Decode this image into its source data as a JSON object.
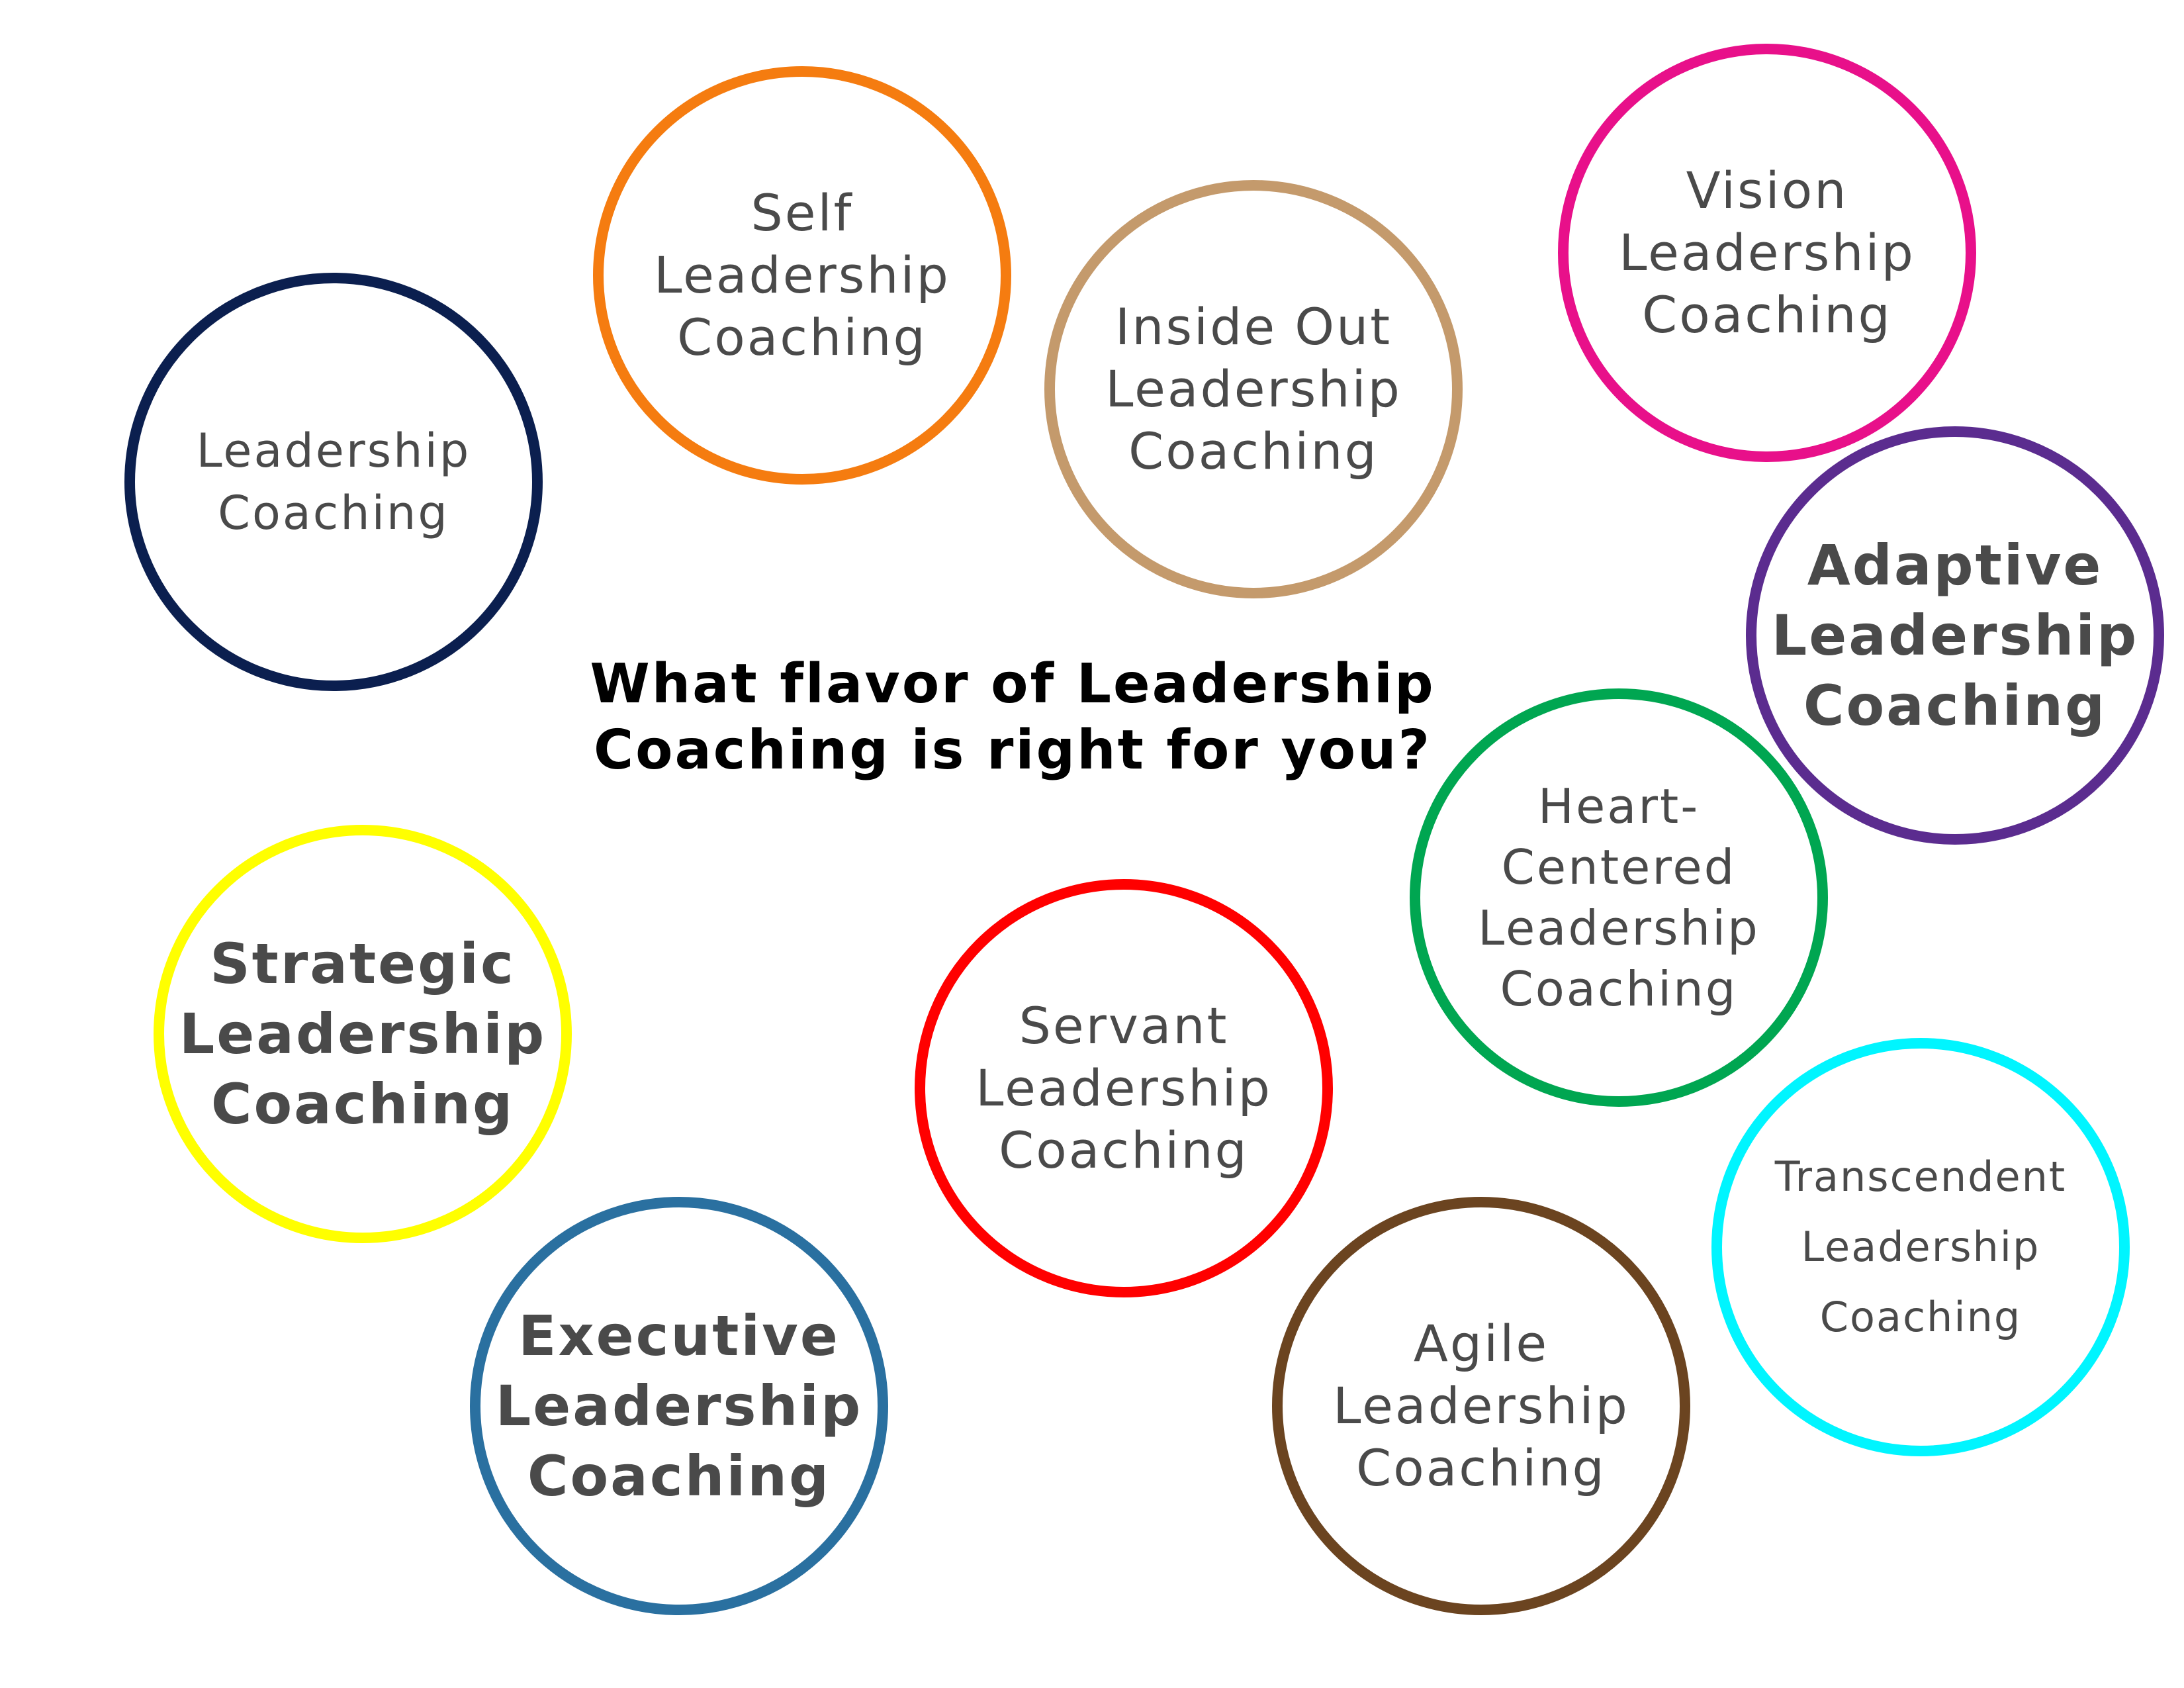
{
  "question": {
    "line1": "What flavor of Leadership",
    "line2": "Coaching is right for you?"
  },
  "bubbles": {
    "leadership": {
      "lines": [
        "Leadership",
        "Coaching"
      ],
      "color": "#0b1f4f"
    },
    "self": {
      "lines": [
        "Self",
        "Leadership",
        "Coaching"
      ],
      "color": "#f57c10"
    },
    "insideout": {
      "lines": [
        "Inside Out",
        "Leadership",
        "Coaching"
      ],
      "color": "#c49a6c"
    },
    "vision": {
      "lines": [
        "Vision",
        "Leadership",
        "Coaching"
      ],
      "color": "#e8108a"
    },
    "adaptive": {
      "lines": [
        "Adaptive",
        "Leadership",
        "Coaching"
      ],
      "color": "#5b2c8f"
    },
    "heart": {
      "lines": [
        "Heart-",
        "Centered",
        "Leadership",
        "Coaching"
      ],
      "color": "#00a651"
    },
    "strategic": {
      "lines": [
        "Strategic",
        "Leadership",
        "Coaching"
      ],
      "color": "#ffff00"
    },
    "servant": {
      "lines": [
        "Servant",
        "Leadership",
        "Coaching"
      ],
      "color": "#ff0000"
    },
    "transcendent": {
      "lines": [
        "Transcendent",
        "Leadership",
        "Coaching"
      ],
      "color": "#00f5ff"
    },
    "executive": {
      "lines": [
        "Executive",
        "Leadership",
        "Coaching"
      ],
      "color": "#2a70a0"
    },
    "agile": {
      "lines": [
        "Agile",
        "Leadership",
        "Coaching"
      ],
      "color": "#6b4420"
    }
  }
}
